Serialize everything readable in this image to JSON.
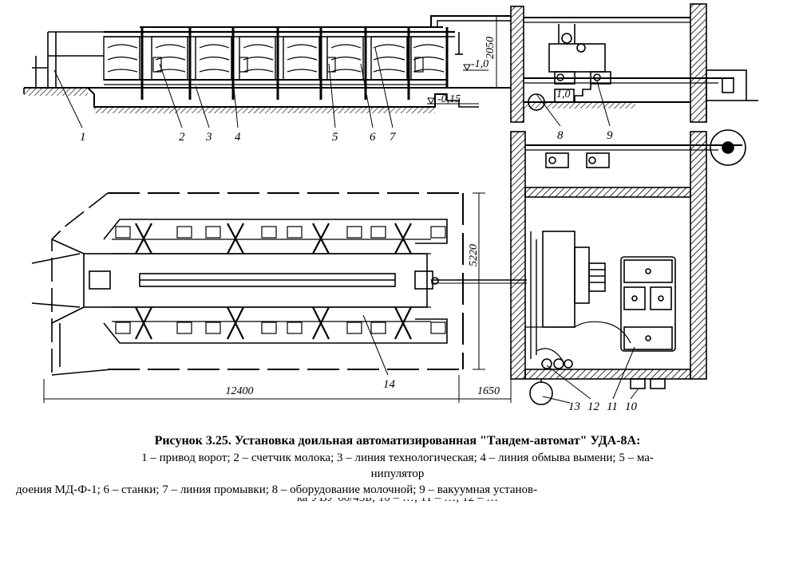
{
  "figure": {
    "title": "Рисунок 3.25. Установка доильная автоматизированная \"Тандем-автомат\" УДА-8А:",
    "legend_lines": [
      "1 – привод ворот; 2 – счетчик молока; 3 – линия технологическая; 4 – линия обмыва вымени; 5 – ма-",
      "нипулятор",
      "доения МД-Ф-1; 6 – станки; 7 – линия промывки; 8 – оборудование молочной; 9 – вакуумная установ-",
      "ка УВУ 60/45Б; 10 – …; 11 – …; 12 – …"
    ]
  },
  "dimensions": {
    "height_2050": "2050",
    "level_minus_1": "-1,0",
    "level_minus_015": "-0,15",
    "level_1": "1,0",
    "width_5220": "5220",
    "length_12400": "12400",
    "length_1650": "1650"
  },
  "callouts": [
    "1",
    "2",
    "3",
    "4",
    "5",
    "6",
    "7",
    "8",
    "9",
    "14",
    "13",
    "12",
    "11",
    "10"
  ]
}
